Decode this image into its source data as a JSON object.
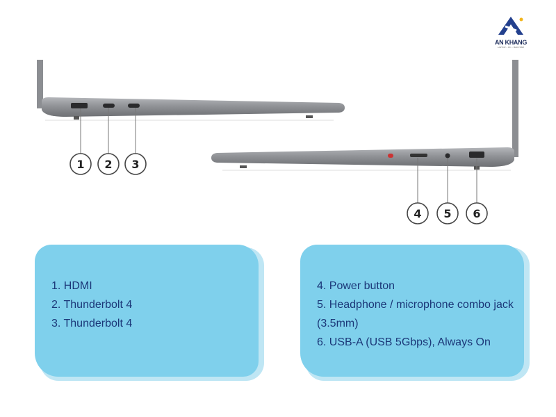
{
  "logo": {
    "text": "AN KHANG",
    "tagline": "LAPTOP • PC • MÀN HÌNH"
  },
  "callouts_left": [
    "1",
    "2",
    "3"
  ],
  "callouts_right": [
    "4",
    "5",
    "6"
  ],
  "left_box": {
    "items": [
      "1. HDMI",
      "2. Thunderbolt 4",
      "3. Thunderbolt 4"
    ]
  },
  "right_box": {
    "items": [
      "4. Power button",
      "5. Headphone / microphone combo jack (3.5mm)",
      "6. USB-A (USB 5Gbps), Always On"
    ]
  },
  "colors": {
    "box": "#7fd0ec",
    "text": "#1b3778",
    "laptop": "#8a8c90"
  }
}
